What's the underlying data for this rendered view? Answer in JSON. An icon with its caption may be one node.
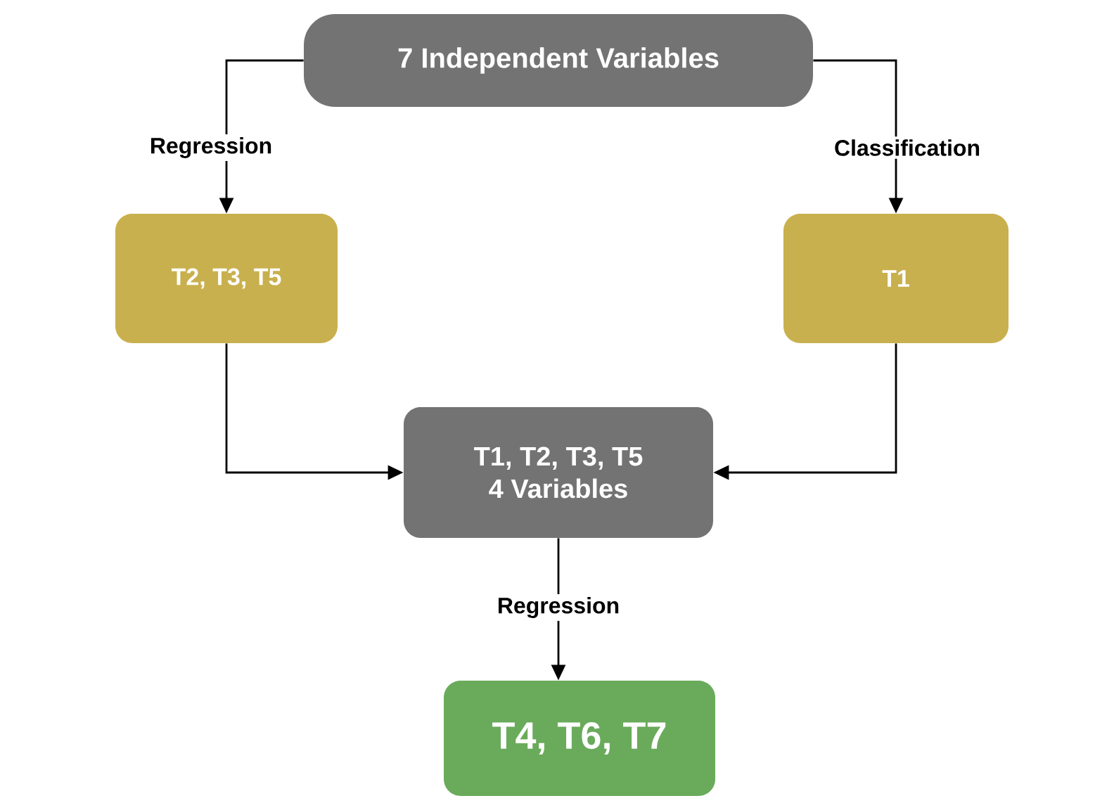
{
  "diagram": {
    "nodes": [
      {
        "text": [
          "7 Independent Variables"
        ]
      },
      {
        "text": [
          "T2, T3, T5"
        ]
      },
      {
        "text": [
          "T1"
        ]
      },
      {
        "text": [
          "T1, T2, T3, T5",
          "4 Variables"
        ]
      },
      {
        "text": [
          "T4, T6, T7"
        ]
      }
    ],
    "edges": [
      {
        "from": 0,
        "to": 1,
        "arrow": "to",
        "label": "Regression"
      },
      {
        "from": 0,
        "to": 2,
        "arrow": "to",
        "label": "Classification"
      },
      {
        "from": 1,
        "to": 3,
        "arrow": "to"
      },
      {
        "from": 2,
        "to": 3,
        "arrow": "to"
      },
      {
        "from": 3,
        "to": 4,
        "arrow": "to",
        "label": "Regression"
      }
    ]
  }
}
